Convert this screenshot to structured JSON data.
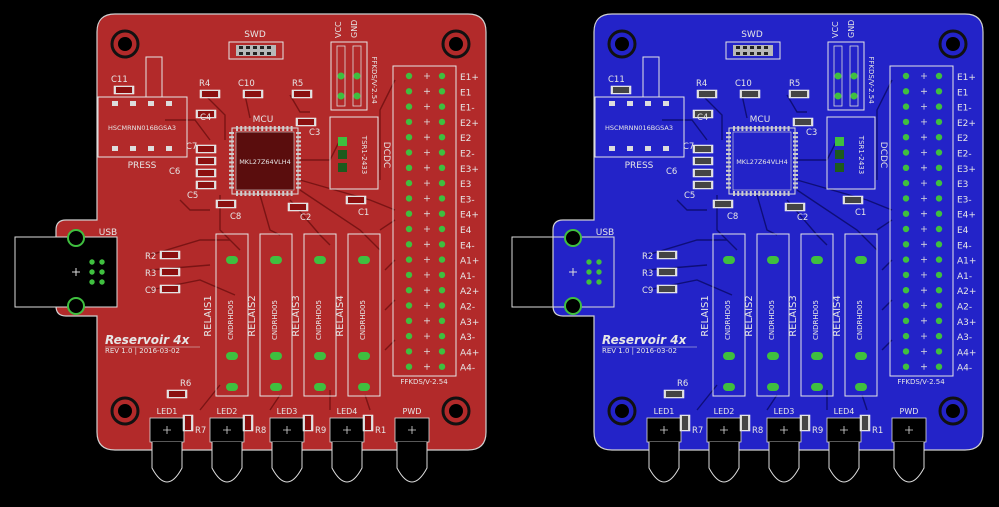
{
  "colors": {
    "background": "#000000",
    "top_board": "#b22a2a",
    "top_trace": "#7a1414",
    "bottom_board": "#2323c8",
    "bottom_trace": "#0e0e78",
    "pad": "#3fbf3f",
    "silkscreen": "#e6e6e6"
  },
  "boards": [
    {
      "side": "top",
      "swd": "SWD",
      "vcc": "VCC",
      "gnd": "GND",
      "ffkds_top": "FFKDS/V-2.54",
      "ffkds_bottom": "FFKDS/V-2.54",
      "c11": "C11",
      "r4": "R4",
      "c10": "C10",
      "r5": "R5",
      "mcu": "MCU",
      "mcu_part": "MKL27Z64VLH4",
      "sensor_part": "HSCMRNN016BGSA3",
      "press": "PRESS",
      "c4": "C4",
      "c3": "C3",
      "c7": "C7",
      "c6": "C6",
      "c5": "C5",
      "c8": "C8",
      "c2": "C2",
      "c1": "C1",
      "dcdc": "DCDC",
      "dcdc_part": "TSR1-2433",
      "usb": "USB",
      "r2": "R2",
      "r3": "R3",
      "c9": "C9",
      "relays": [
        "RELAIS1",
        "RELAIS2",
        "RELAIS3",
        "RELAIS4"
      ],
      "relay_part": "CNDRHD05",
      "title": "Reservoir 4x",
      "rev": "REV 1.0 | 2016-03-02",
      "r6": "R6",
      "leds": [
        "LED1",
        "LED2",
        "LED3",
        "LED4",
        "PWD"
      ],
      "led_resistors": [
        "R7",
        "R8",
        "R9",
        "R1"
      ],
      "terminals": [
        "E1+",
        "E1",
        "E1-",
        "E2+",
        "E2",
        "E2-",
        "E3+",
        "E3",
        "E3-",
        "E4+",
        "E4",
        "E4-",
        "A1+",
        "A1-",
        "A2+",
        "A2-",
        "A3+",
        "A3-",
        "A4+",
        "A4-"
      ]
    },
    {
      "side": "bottom",
      "swd": "SWD",
      "vcc": "VCC",
      "gnd": "GND",
      "ffkds_top": "FFKDS/V-2.54",
      "ffkds_bottom": "FFKDS/V-2.54",
      "c11": "C11",
      "r4": "R4",
      "c10": "C10",
      "r5": "R5",
      "mcu": "MCU",
      "mcu_part": "MKL27Z64VLH4",
      "sensor_part": "HSCMRNN016BGSA3",
      "press": "PRESS",
      "c4": "C4",
      "c3": "C3",
      "c7": "C7",
      "c6": "C6",
      "c5": "C5",
      "c8": "C8",
      "c2": "C2",
      "c1": "C1",
      "dcdc": "DCDC",
      "dcdc_part": "TSR1-2433",
      "usb": "USB",
      "r2": "R2",
      "r3": "R3",
      "c9": "C9",
      "relays": [
        "RELAIS1",
        "RELAIS2",
        "RELAIS3",
        "RELAIS4"
      ],
      "relay_part": "CNDRHD05",
      "title": "Reservoir 4x",
      "rev": "REV 1.0 | 2016-03-02",
      "r6": "R6",
      "leds": [
        "LED1",
        "LED2",
        "LED3",
        "LED4",
        "PWD"
      ],
      "led_resistors": [
        "R7",
        "R8",
        "R9",
        "R1"
      ],
      "terminals": [
        "E1+",
        "E1",
        "E1-",
        "E2+",
        "E2",
        "E2-",
        "E3+",
        "E3",
        "E3-",
        "E4+",
        "E4",
        "E4-",
        "A1+",
        "A1-",
        "A2+",
        "A2-",
        "A3+",
        "A3-",
        "A4+",
        "A4-"
      ]
    }
  ]
}
